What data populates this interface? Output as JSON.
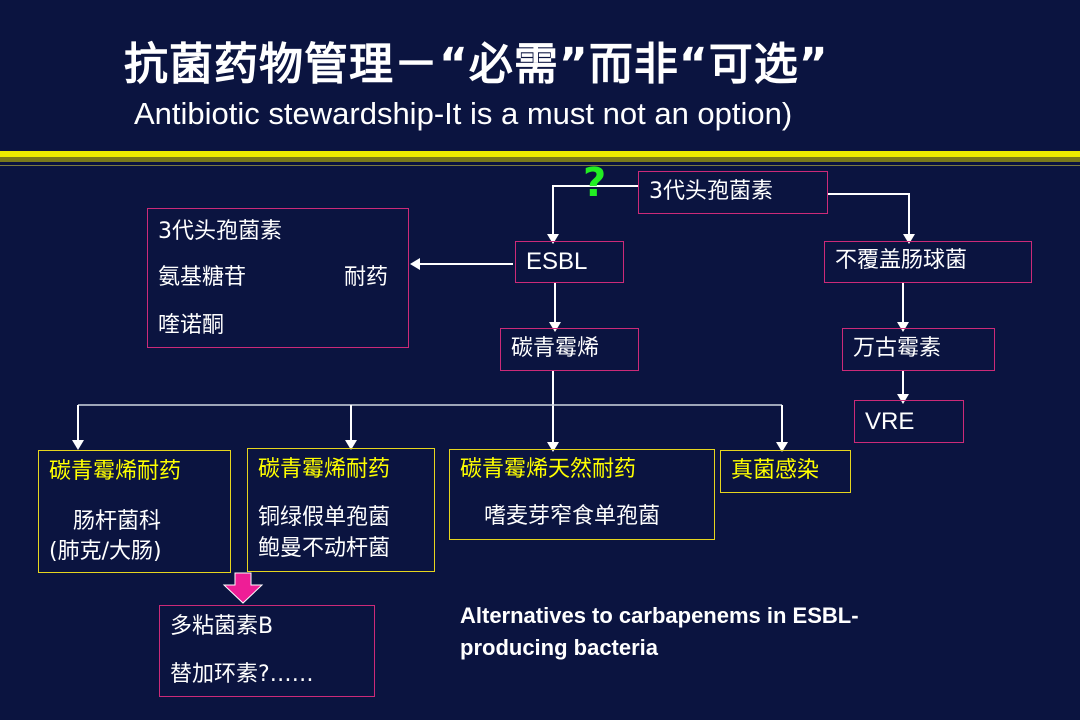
{
  "title_cn": "抗菌药物管理－“必需”而非“可选”",
  "title_en": "Antibiotic stewardship-It is a must not an option)",
  "question_mark": "?",
  "nodes": {
    "cephalosporin_top": "3代头孢菌素",
    "esbl": "ESBL",
    "no_enterococcus": "不覆盖肠球菌",
    "resistant_box": {
      "line1": "3代头孢菌素",
      "line2a": "氨基糖苷",
      "line2b": "耐药",
      "line3": "喹诺酮"
    },
    "carbapenem": "碳青霉烯",
    "vancomycin": "万古霉素",
    "vre": "VRE",
    "cre_enterobacteriaceae": {
      "title": "碳青霉烯耐药",
      "line1": "肠杆菌科",
      "line2": "(肺克/大肠)"
    },
    "cre_nonfermenters": {
      "title": "碳青霉烯耐药",
      "line1": "铜绿假单孢菌",
      "line2": "鲍曼不动杆菌"
    },
    "natural_resistance": {
      "title": "碳青霉烯天然耐药",
      "line1": "嗜麦芽窄食单孢菌"
    },
    "fungal": "真菌感染",
    "polymyxin_box": {
      "line1": "多粘菌素B",
      "line2": "替加环素?……"
    }
  },
  "alternatives_text": {
    "line1": "Alternatives to carbapenems in ESBL-",
    "line2": "producing bacteria"
  },
  "colors": {
    "background": "#0b1440",
    "box_border_pink": "#cc2a78",
    "box_border_yellow": "#e6d51e",
    "highlight_text": "#ffff00",
    "question_mark": "#22ee22",
    "band_yellow": "#ecec00",
    "pink_arrow": "#ee1e96"
  }
}
